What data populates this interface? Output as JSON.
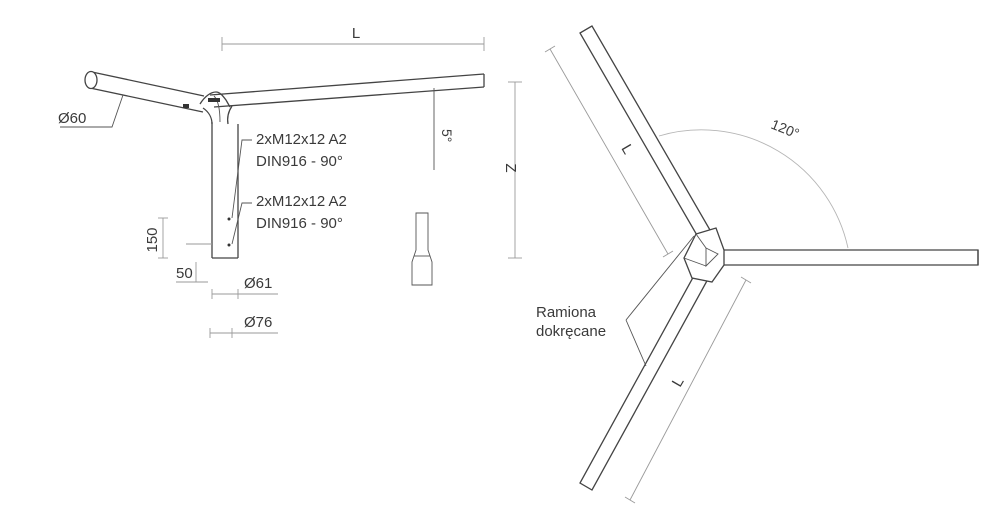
{
  "side_view": {
    "dim_length": "L",
    "dim_height": "Z",
    "tilt_angle": "5°",
    "arm_diameter": "Ø60",
    "bolts_upper_line1": "2xM12x12 A2",
    "bolts_upper_line2": "DIN916 - 90°",
    "bolts_lower_line1": "2xM12x12 A2",
    "bolts_lower_line2": "DIN916 - 90°",
    "dim_150": "150",
    "dim_50": "50",
    "inner_diameter": "Ø61",
    "outer_diameter": "Ø76"
  },
  "top_view": {
    "angle": "120°",
    "arm_length_upper": "L",
    "arm_length_lower": "L",
    "note_line1": "Ramiona",
    "note_line2": "dokręcane"
  },
  "colors": {
    "line": "#444444",
    "dimension": "#9a9a9a",
    "text": "#3a3a3a",
    "background": "#ffffff"
  }
}
